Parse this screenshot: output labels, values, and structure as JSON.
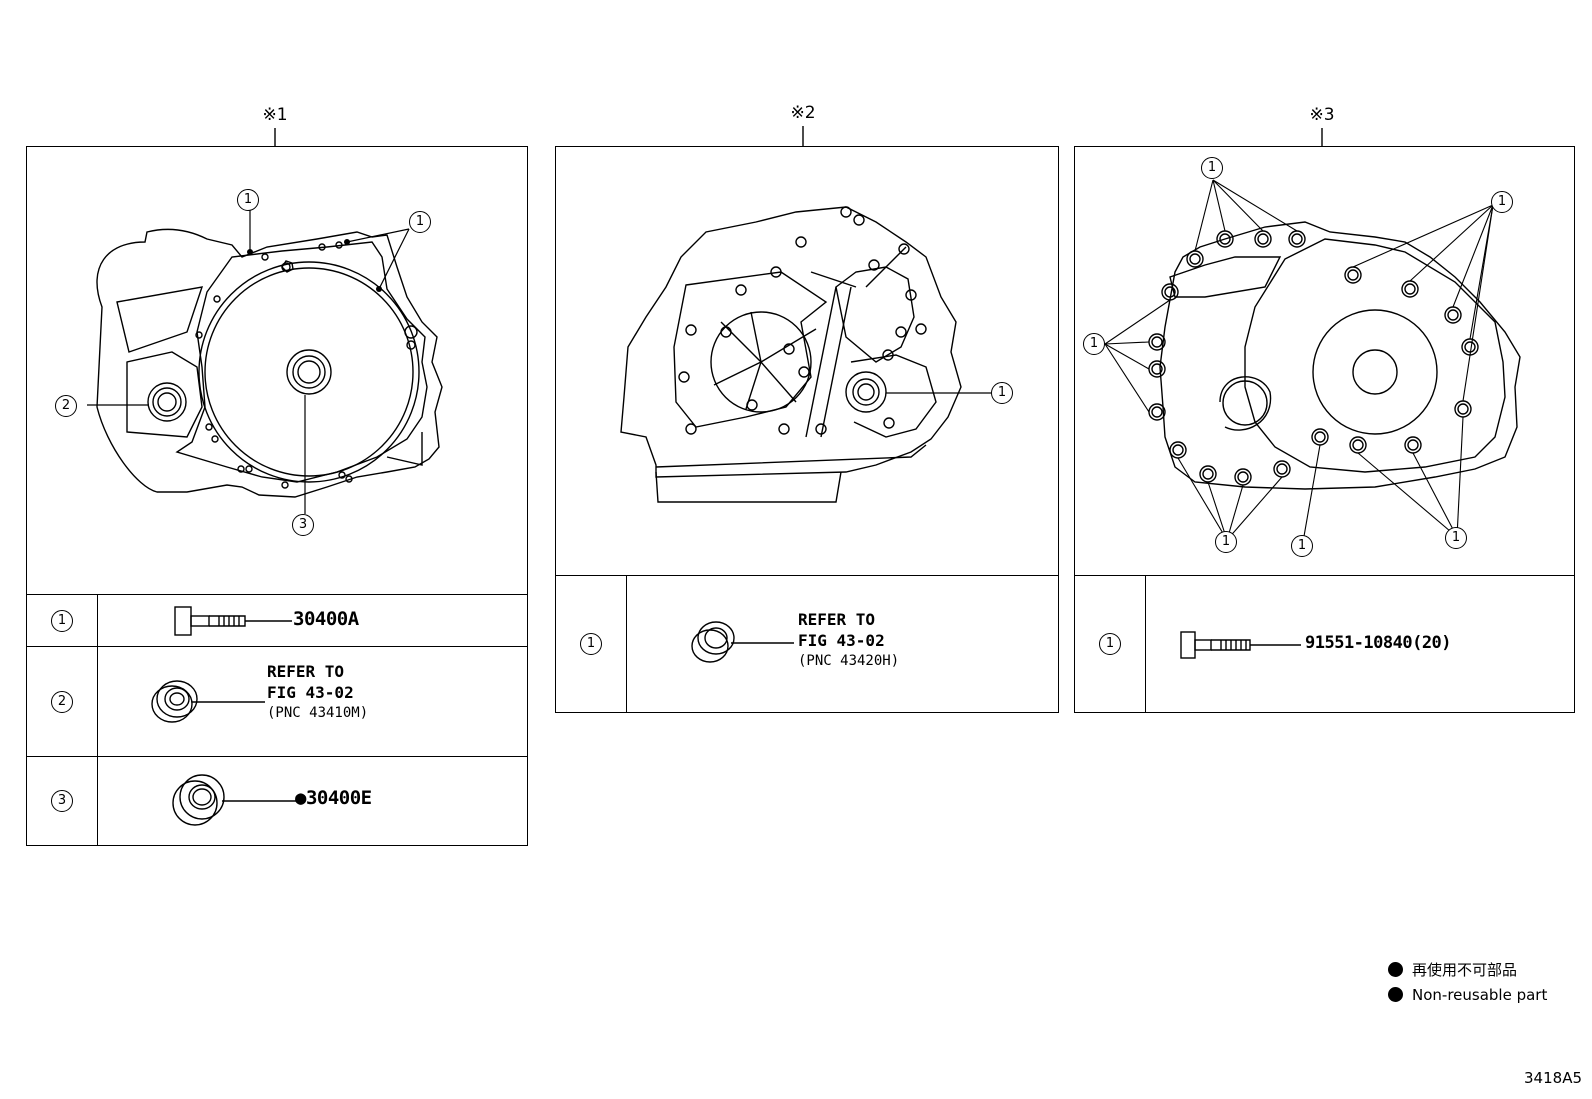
{
  "panels": [
    {
      "ref_mark": "※1",
      "rows": [
        {
          "num": "1",
          "part_no": "30400A"
        },
        {
          "num": "2",
          "refer": [
            "REFER TO",
            "FIG 43-02",
            "(PNC 43410M)"
          ]
        },
        {
          "num": "3",
          "part_no": "●30400E"
        }
      ],
      "callouts": [
        "1",
        "1",
        "2",
        "3"
      ]
    },
    {
      "ref_mark": "※2",
      "rows": [
        {
          "num": "1",
          "refer": [
            "REFER TO",
            "FIG 43-02",
            "(PNC 43420H)"
          ]
        }
      ],
      "callouts": [
        "1"
      ]
    },
    {
      "ref_mark": "※3",
      "rows": [
        {
          "num": "1",
          "part_no": "91551-10840(20)"
        }
      ],
      "callouts": [
        "1",
        "1",
        "1",
        "1",
        "1",
        "1"
      ]
    }
  ],
  "legend": {
    "ja": "再使用不可部品",
    "en": "Non-reusable part"
  },
  "figure_code": "3418A5"
}
